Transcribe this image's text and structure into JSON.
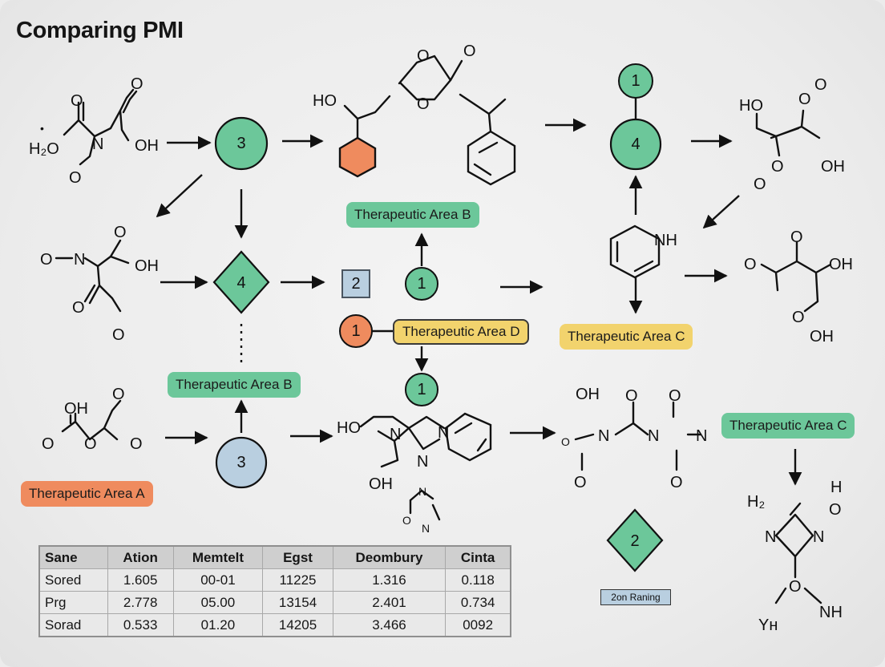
{
  "title": "Comparing PMI",
  "labels": {
    "area_b_top": "Therapeutic Area B",
    "area_b_left": "Therapeutic Area B",
    "area_d": "Therapeutic Area D",
    "area_c_mid": "Therapeutic Area C",
    "area_c_right": "Therapeutic Area C",
    "area_a": "Therapeutic Area A",
    "ranking": "2on Raning"
  },
  "nodes": {
    "circle_3_top": "3",
    "diamond_4": "4",
    "square_2": "2",
    "circle_1_mid": "1",
    "circle_1_orange": "1",
    "circle_1_lower": "1",
    "circle_3_bottom": "3",
    "circle_1_top_right": "1",
    "circle_4_right": "4",
    "diamond_2_bottom": "2"
  },
  "atoms": {
    "h2o": "H₂O",
    "oh": "OH",
    "n": "N",
    "o": "O",
    "ho": "HO",
    "nh": "NH",
    "h2": "H₂",
    "h": "H",
    "yh": "Yн",
    "dot": "•"
  },
  "table": {
    "headers": [
      "Sane",
      "Ation",
      "Memtelt",
      "Egst",
      "Deombury",
      "Cinta"
    ],
    "rows": [
      [
        "Sored",
        "1.605",
        "00-01",
        "11225",
        "1.316",
        "0.118"
      ],
      [
        "Prg",
        "2.778",
        "05.00",
        "13154",
        "2.401",
        "0.734"
      ],
      [
        "Sorad",
        "0.533",
        "01.20",
        "14205",
        "3.466",
        "0092"
      ]
    ]
  },
  "colors": {
    "green": "#6cc79a",
    "orange": "#ef8b5e",
    "yellow": "#f2d36d",
    "blue_grey": "#b9cfe0"
  }
}
